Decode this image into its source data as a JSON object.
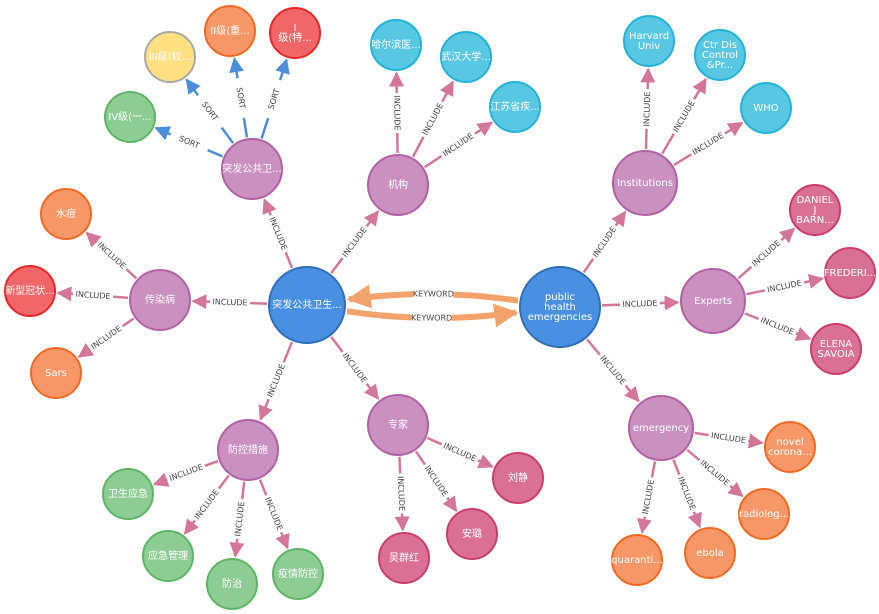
{
  "colors": {
    "center": "#4a90e2",
    "center_stroke": "#2e6fb8",
    "category": "#c990c0",
    "category_stroke": "#b261a5",
    "orange": "#f79767",
    "orange_stroke": "#f36924",
    "red": "#f16667",
    "red_stroke": "#eb2728",
    "pink": "#da7194",
    "pink_stroke": "#cc3c6c",
    "green": "#8dcc93",
    "green_stroke": "#5db665",
    "cyan": "#57c7e3",
    "cyan_stroke": "#23b3d7",
    "yellow": "#ffe081",
    "yellow_stroke": "#a9a9a9",
    "edge_sort": "#4c8eda",
    "edge_include": "#d4769a",
    "edge_keyword": "#f4a26b"
  },
  "nodes": [
    {
      "id": "cn_center",
      "label": "突发公共卫生...",
      "color": "center"
    },
    {
      "id": "en_center",
      "label": "public health emergencies",
      "color": "center"
    },
    {
      "id": "tfgw",
      "label": "突发公共卫...",
      "color": "category"
    },
    {
      "id": "jigou",
      "label": "机构",
      "color": "category"
    },
    {
      "id": "crb",
      "label": "传染病",
      "color": "category"
    },
    {
      "id": "fkcs",
      "label": "防控措施",
      "color": "category"
    },
    {
      "id": "zhuanjia",
      "label": "专家",
      "color": "category"
    },
    {
      "id": "institutions",
      "label": "Institutions",
      "color": "category"
    },
    {
      "id": "experts",
      "label": "Experts",
      "color": "category"
    },
    {
      "id": "emergency",
      "label": "emergency",
      "color": "category"
    },
    {
      "id": "lv3",
      "label": "III级(较...",
      "color": "yellow"
    },
    {
      "id": "lv2",
      "label": "II级(重...",
      "color": "orange"
    },
    {
      "id": "lv1",
      "label": "I 级(特...",
      "color": "red"
    },
    {
      "id": "lv4",
      "label": "IV级(一...",
      "color": "green"
    },
    {
      "id": "heb",
      "label": "哈尔滨医...",
      "color": "cyan"
    },
    {
      "id": "wuhan",
      "label": "武汉大学...",
      "color": "cyan"
    },
    {
      "id": "jiangsu",
      "label": "江苏省疾...",
      "color": "cyan"
    },
    {
      "id": "shuidou",
      "label": "水痘",
      "color": "orange"
    },
    {
      "id": "xinguan",
      "label": "新型冠状...",
      "color": "red"
    },
    {
      "id": "sars",
      "label": "Sars",
      "color": "orange"
    },
    {
      "id": "wsyj",
      "label": "卫生应急",
      "color": "green"
    },
    {
      "id": "yjgl",
      "label": "应急管理",
      "color": "green"
    },
    {
      "id": "fangzhi",
      "label": "防治",
      "color": "green"
    },
    {
      "id": "yqfk",
      "label": "疫情防控",
      "color": "green"
    },
    {
      "id": "liujing",
      "label": "刘静",
      "color": "pink"
    },
    {
      "id": "anluo",
      "label": "安璐",
      "color": "pink"
    },
    {
      "id": "wuqunhong",
      "label": "吴群红",
      "color": "pink"
    },
    {
      "id": "harvard",
      "label": "Harvard Univ",
      "color": "cyan"
    },
    {
      "id": "ctr",
      "label": "Ctr Dis Control &Pr...",
      "color": "cyan"
    },
    {
      "id": "who",
      "label": "WHO",
      "color": "cyan"
    },
    {
      "id": "daniel",
      "label": "DANIEL J BARN...",
      "color": "pink"
    },
    {
      "id": "frederi",
      "label": "FREDERI...",
      "color": "pink"
    },
    {
      "id": "elena",
      "label": "ELENA SAVOIA",
      "color": "pink"
    },
    {
      "id": "novel",
      "label": "novel corona...",
      "color": "orange"
    },
    {
      "id": "radiolog",
      "label": "radiolog...",
      "color": "orange"
    },
    {
      "id": "ebola",
      "label": "ebola",
      "color": "orange"
    },
    {
      "id": "quaranti",
      "label": "quaranti...",
      "color": "orange"
    }
  ],
  "edges": [
    {
      "from": "cn_center",
      "to": "en_center",
      "label": "KEYWORD",
      "type": "keyword"
    },
    {
      "from": "en_center",
      "to": "cn_center",
      "label": "KEYWORD",
      "type": "keyword"
    },
    {
      "from": "cn_center",
      "to": "tfgw",
      "label": "INCLUDE",
      "type": "include"
    },
    {
      "from": "cn_center",
      "to": "jigou",
      "label": "INCLUDE",
      "type": "include"
    },
    {
      "from": "cn_center",
      "to": "crb",
      "label": "INCLUDE",
      "type": "include"
    },
    {
      "from": "cn_center",
      "to": "fkcs",
      "label": "INCLUDE",
      "type": "include"
    },
    {
      "from": "cn_center",
      "to": "zhuanjia",
      "label": "INCLUDE",
      "type": "include"
    },
    {
      "from": "tfgw",
      "to": "lv4",
      "label": "SORT",
      "type": "sort"
    },
    {
      "from": "tfgw",
      "to": "lv3",
      "label": "SORT",
      "type": "sort"
    },
    {
      "from": "tfgw",
      "to": "lv2",
      "label": "SORT",
      "type": "sort"
    },
    {
      "from": "tfgw",
      "to": "lv1",
      "label": "SORT",
      "type": "sort"
    },
    {
      "from": "jigou",
      "to": "heb",
      "label": "INCLUDE",
      "type": "include"
    },
    {
      "from": "jigou",
      "to": "wuhan",
      "label": "INCLUDE",
      "type": "include"
    },
    {
      "from": "jigou",
      "to": "jiangsu",
      "label": "INCLUDE",
      "type": "include"
    },
    {
      "from": "crb",
      "to": "shuidou",
      "label": "INCLUDE",
      "type": "include"
    },
    {
      "from": "crb",
      "to": "xinguan",
      "label": "INCLUDE",
      "type": "include"
    },
    {
      "from": "crb",
      "to": "sars",
      "label": "INCLUDE",
      "type": "include"
    },
    {
      "from": "fkcs",
      "to": "wsyj",
      "label": "INCLUDE",
      "type": "include"
    },
    {
      "from": "fkcs",
      "to": "yjgl",
      "label": "INCLUDE",
      "type": "include"
    },
    {
      "from": "fkcs",
      "to": "fangzhi",
      "label": "INCLUDE",
      "type": "include"
    },
    {
      "from": "fkcs",
      "to": "yqfk",
      "label": "INCLUDE",
      "type": "include"
    },
    {
      "from": "zhuanjia",
      "to": "liujing",
      "label": "INCLUDE",
      "type": "include"
    },
    {
      "from": "zhuanjia",
      "to": "anluo",
      "label": "INCLUDE",
      "type": "include"
    },
    {
      "from": "zhuanjia",
      "to": "wuqunhong",
      "label": "INCLUDE",
      "type": "include"
    },
    {
      "from": "en_center",
      "to": "institutions",
      "label": "INCLUDE",
      "type": "include"
    },
    {
      "from": "en_center",
      "to": "experts",
      "label": "INCLUDE",
      "type": "include"
    },
    {
      "from": "en_center",
      "to": "emergency",
      "label": "INCLUDE",
      "type": "include"
    },
    {
      "from": "institutions",
      "to": "harvard",
      "label": "INCLUDE",
      "type": "include"
    },
    {
      "from": "institutions",
      "to": "ctr",
      "label": "INCLUDE",
      "type": "include"
    },
    {
      "from": "institutions",
      "to": "who",
      "label": "INCLUDE",
      "type": "include"
    },
    {
      "from": "experts",
      "to": "daniel",
      "label": "INCLUDE",
      "type": "include"
    },
    {
      "from": "experts",
      "to": "frederi",
      "label": "INCLUDE",
      "type": "include"
    },
    {
      "from": "experts",
      "to": "elena",
      "label": "INCLUDE",
      "type": "include"
    },
    {
      "from": "emergency",
      "to": "novel",
      "label": "INCLUDE",
      "type": "include"
    },
    {
      "from": "emergency",
      "to": "radiolog",
      "label": "INCLUDE",
      "type": "include"
    },
    {
      "from": "emergency",
      "to": "ebola",
      "label": "INCLUDE",
      "type": "include"
    },
    {
      "from": "emergency",
      "to": "quaranti",
      "label": "INCLUDE",
      "type": "include"
    }
  ]
}
